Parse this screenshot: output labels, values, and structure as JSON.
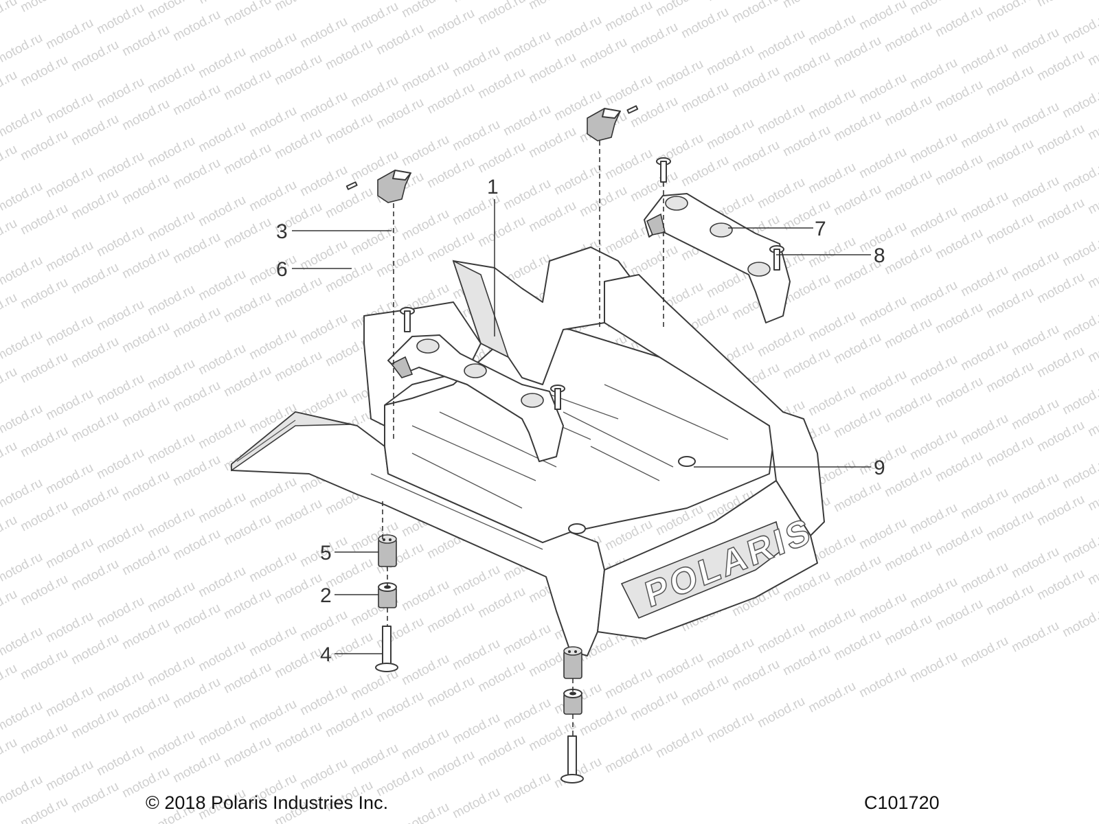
{
  "watermark": "motod.ru",
  "callouts": [
    {
      "id": "c1",
      "label": "1"
    },
    {
      "id": "c2",
      "label": "2"
    },
    {
      "id": "c3",
      "label": "3"
    },
    {
      "id": "c4",
      "label": "4"
    },
    {
      "id": "c5",
      "label": "5"
    },
    {
      "id": "c6",
      "label": "6"
    },
    {
      "id": "c7",
      "label": "7"
    },
    {
      "id": "c8",
      "label": "8"
    },
    {
      "id": "c9",
      "label": "9"
    }
  ],
  "brand_logo_text": "POLARIS",
  "footer": {
    "copyright": "© 2018 Polaris Industries Inc.",
    "drawing_number": "C101720"
  }
}
